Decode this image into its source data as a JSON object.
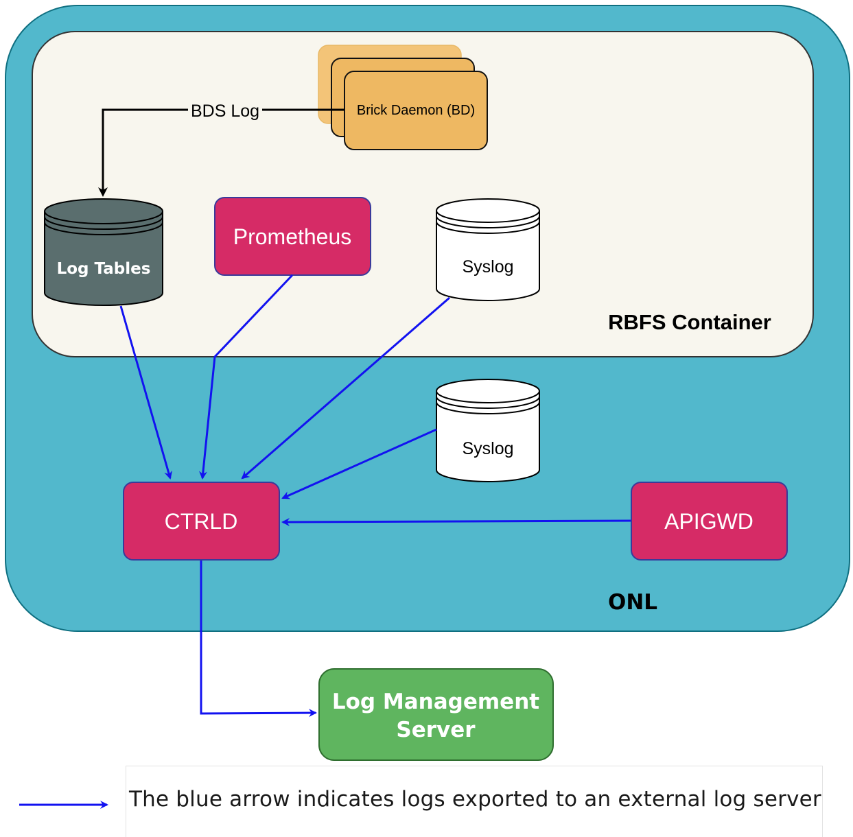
{
  "containers": {
    "onl": "ONL",
    "rbfs": "RBFS Container"
  },
  "nodes": {
    "brick_daemon": "Brick Daemon (BD)",
    "log_tables": "Log Tables",
    "prometheus": "Prometheus",
    "syslog_rbfs": "Syslog",
    "syslog_onl": "Syslog",
    "ctrld": "CTRLD",
    "apigwd": "APIGWD",
    "log_server_line1": "Log Management",
    "log_server_line2": "Server"
  },
  "edges": {
    "bds_log": "BDS Log"
  },
  "legend": {
    "text": "The blue arrow indicates logs exported to an external log server"
  },
  "colors": {
    "onl_fill": "#52b8cc",
    "rbfs_fill": "#f8f6ee",
    "daemon_fill": "#eeb862",
    "magenta_fill": "#d62b66",
    "log_tables_fill": "#5a6e6e",
    "server_fill": "#5fb55f",
    "export_arrow": "#1212f0"
  }
}
